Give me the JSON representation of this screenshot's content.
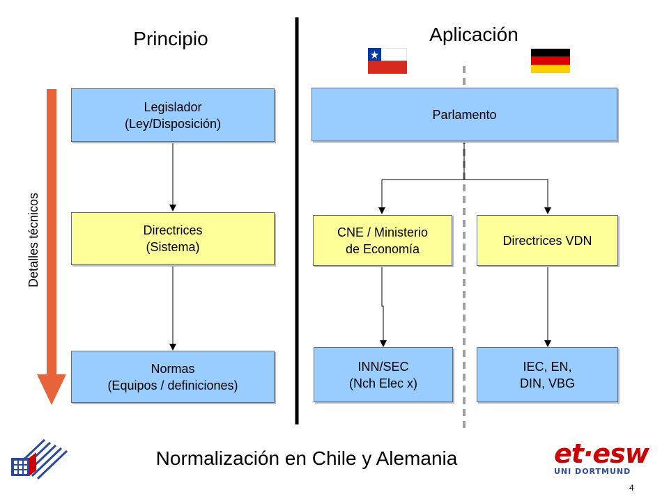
{
  "left_heading": "Principio",
  "right_heading": "Aplicación",
  "side_axis_label": "Detalles técnicos",
  "principle": {
    "legislator": {
      "line1": "Legislador",
      "line2": "(Ley/Disposición)"
    },
    "guidelines": {
      "line1": "Directrices",
      "line2": "(Sistema)"
    },
    "standards": {
      "line1": "Normas",
      "line2": "(Equipos / definiciones)"
    }
  },
  "application": {
    "parliament": {
      "label": "Parlamento"
    },
    "chile_ministry": {
      "line1": "CNE / Ministerio",
      "line2": "de Economía"
    },
    "germany_guidelines": {
      "label": "Directrices VDN"
    },
    "chile_standards": {
      "line1": "INN/SEC",
      "line2": "(Nch Elec x)"
    },
    "germany_standards": {
      "line1": "IEC, EN,",
      "line2": "DIN, VBG"
    }
  },
  "flags": {
    "chile": {
      "colors": {
        "blue": "#0039a6",
        "white": "#ffffff",
        "red": "#d52b1e"
      }
    },
    "germany": {
      "colors": {
        "black": "#000000",
        "red": "#dd0000",
        "gold": "#ffce00"
      }
    }
  },
  "footer": {
    "title": "Normalización en Chile y Alemania",
    "page_number": "4",
    "logo_right_line1": "et·esw",
    "logo_right_line2": "UNI DORTMUND"
  },
  "colors": {
    "box_blue": "#99ccff",
    "box_yellow": "#ffff99",
    "arrow_orange": "#e8623a",
    "logo_red": "#cc0000",
    "logo_blue": "#2a4aa0"
  }
}
